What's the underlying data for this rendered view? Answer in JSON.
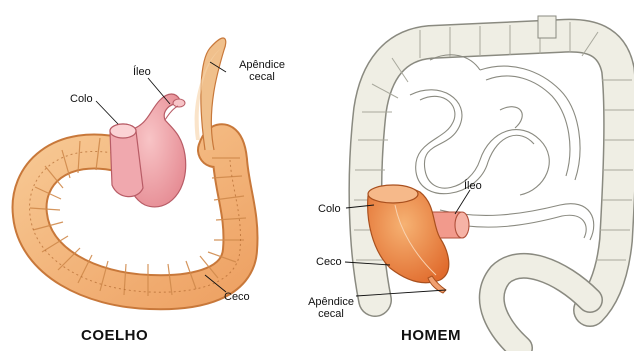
{
  "rabbit": {
    "title": "COELHO",
    "labels": {
      "ileo": "Íleo",
      "colo": "Colo",
      "apendice_line1": "Apêndice",
      "apendice_line2": "cecal",
      "ceco": "Ceco"
    }
  },
  "human": {
    "title": "HOMEM",
    "labels": {
      "colo": "Colo",
      "ileo": "Íleo",
      "ceco": "Ceco",
      "apendice_line1": "Apêndice",
      "apendice_line2": "cecal"
    }
  },
  "colors": {
    "cecum_fill": "#f2b37a",
    "cecum_edge": "#c8783a",
    "ileum_fill": "#f0a0a8",
    "human_cecum": "#ec8a4a",
    "human_intestine": "#efeee4",
    "outline": "#8a8a80"
  }
}
